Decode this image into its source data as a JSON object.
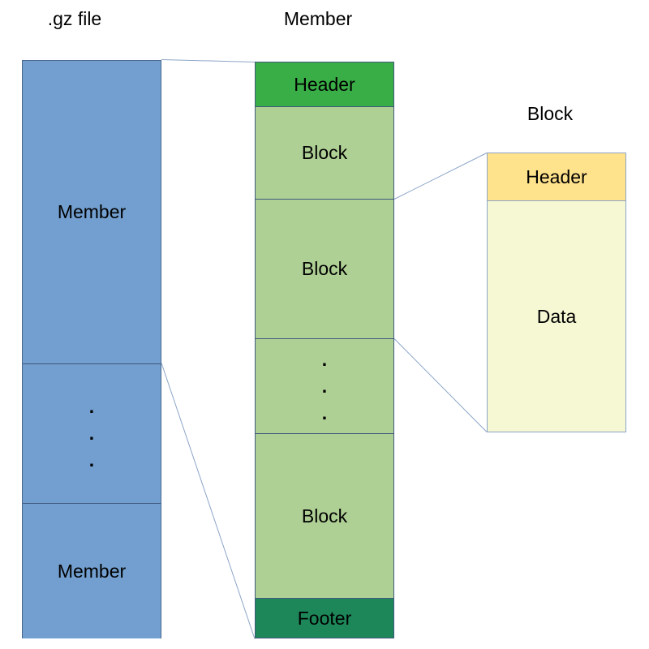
{
  "diagram": {
    "gz_column": {
      "title": ".gz file",
      "sections": {
        "member1": "Member",
        "ellipsis": ".\n.\n.",
        "member2": "Member"
      }
    },
    "member_column": {
      "title": "Member",
      "sections": {
        "header": "Header",
        "block1": "Block",
        "block2": "Block",
        "ellipsis": ".\n.\n.",
        "block3": "Block",
        "footer": "Footer"
      }
    },
    "block_column": {
      "title": "Block",
      "sections": {
        "header": "Header",
        "data": "Data"
      }
    },
    "colors": {
      "member_fill": "#729FCF",
      "gzip_header_fill": "#39AE46",
      "block_fill": "#AFD095",
      "gzip_footer_fill": "#1E875A",
      "block_header_fill": "#FFE28C",
      "block_data_fill": "#F6F8D4",
      "connector_line": "#8CA5C8",
      "box_border": "#3F5A7D"
    }
  }
}
